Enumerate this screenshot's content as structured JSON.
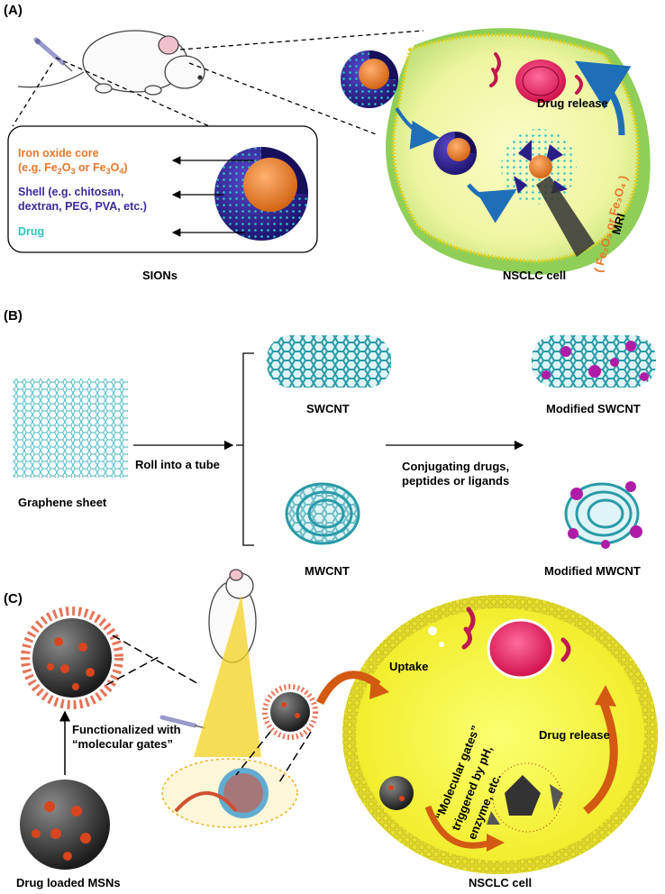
{
  "panels": {
    "a": {
      "letter": "(A)",
      "legend": {
        "core_line1": "Iron oxide core",
        "core_line2_prefix": "(e.g. Fe",
        "core_sub1": "2",
        "core_mid": "O",
        "core_sub2": "3",
        "core_or": " or Fe",
        "core_sub3": "3",
        "core_mid2": "O",
        "core_sub4": "4",
        "core_end": ")",
        "shell_line1": "Shell (e.g. chitosan,",
        "shell_line2": "dextran, PEG, PVA, etc.)",
        "drug": "Drug"
      },
      "label_sions": "SIONs",
      "label_cell": "NSCLC cell",
      "label_drug_release": "Drug release",
      "label_mri": "MRI",
      "label_fe": "( Fe₂O₃ or Fe₃O₄ )",
      "colors": {
        "core": "#e8772a",
        "shell": "#3a2aa0",
        "drug": "#2ec4c4"
      }
    },
    "b": {
      "letter": "(B)",
      "label_graphene": "Graphene sheet",
      "label_roll": "Roll into a tube",
      "label_swcnt": "SWCNT",
      "label_mwcnt": "MWCNT",
      "label_conj_line1": "Conjugating drugs,",
      "label_conj_line2": "peptides or ligands",
      "label_mod_swcnt": "Modified SWCNT",
      "label_mod_mwcnt": "Modified MWCNT",
      "colors": {
        "tube": "#3fb8c4",
        "mod": "#b01ca8"
      }
    },
    "c": {
      "letter": "(C)",
      "label_functionalized_line1": "Functionalized with",
      "label_functionalized_line2": "“molecular gates”",
      "label_msn": "Drug loaded MSNs",
      "label_uptake": "Uptake",
      "label_drug_release": "Drug release",
      "label_gates_line1": "“Molecular gates”",
      "label_gates_line2": "triggered by pH,",
      "label_gates_line3": "enzyme, etc.",
      "label_cell": "NSCLC cell",
      "colors": {
        "msn": "#3a3a3a",
        "pore": "#d8451e",
        "cell": "#f6f23a",
        "arrow": "#d35a12"
      }
    }
  }
}
